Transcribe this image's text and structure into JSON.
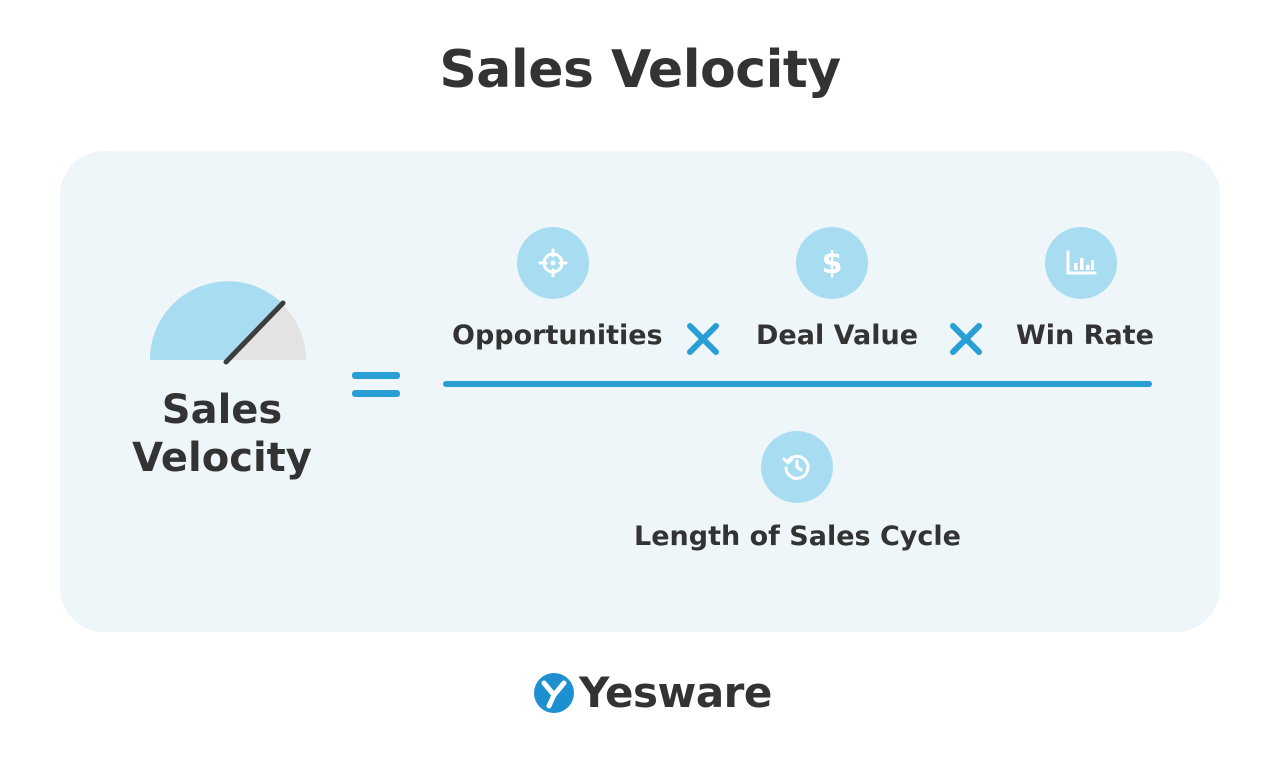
{
  "title": "Sales Velocity",
  "result": {
    "label_line1": "Sales",
    "label_line2": "Velocity"
  },
  "numerator": [
    {
      "label": "Opportunities",
      "icon": "target-icon"
    },
    {
      "label": "Deal Value",
      "icon": "dollar-icon"
    },
    {
      "label": "Win Rate",
      "icon": "bar-chart-icon"
    }
  ],
  "denominator": {
    "label": "Length of Sales Cycle",
    "icon": "history-clock-icon"
  },
  "brand": {
    "name": "Yesware"
  },
  "colors": {
    "accent": "#2a9fd6",
    "icon_bg": "#a8ddf1",
    "card_bg": "#eef6f9",
    "text": "#333333",
    "gauge_fill": "#a8ddf1",
    "gauge_track": "#e3e3e3"
  }
}
